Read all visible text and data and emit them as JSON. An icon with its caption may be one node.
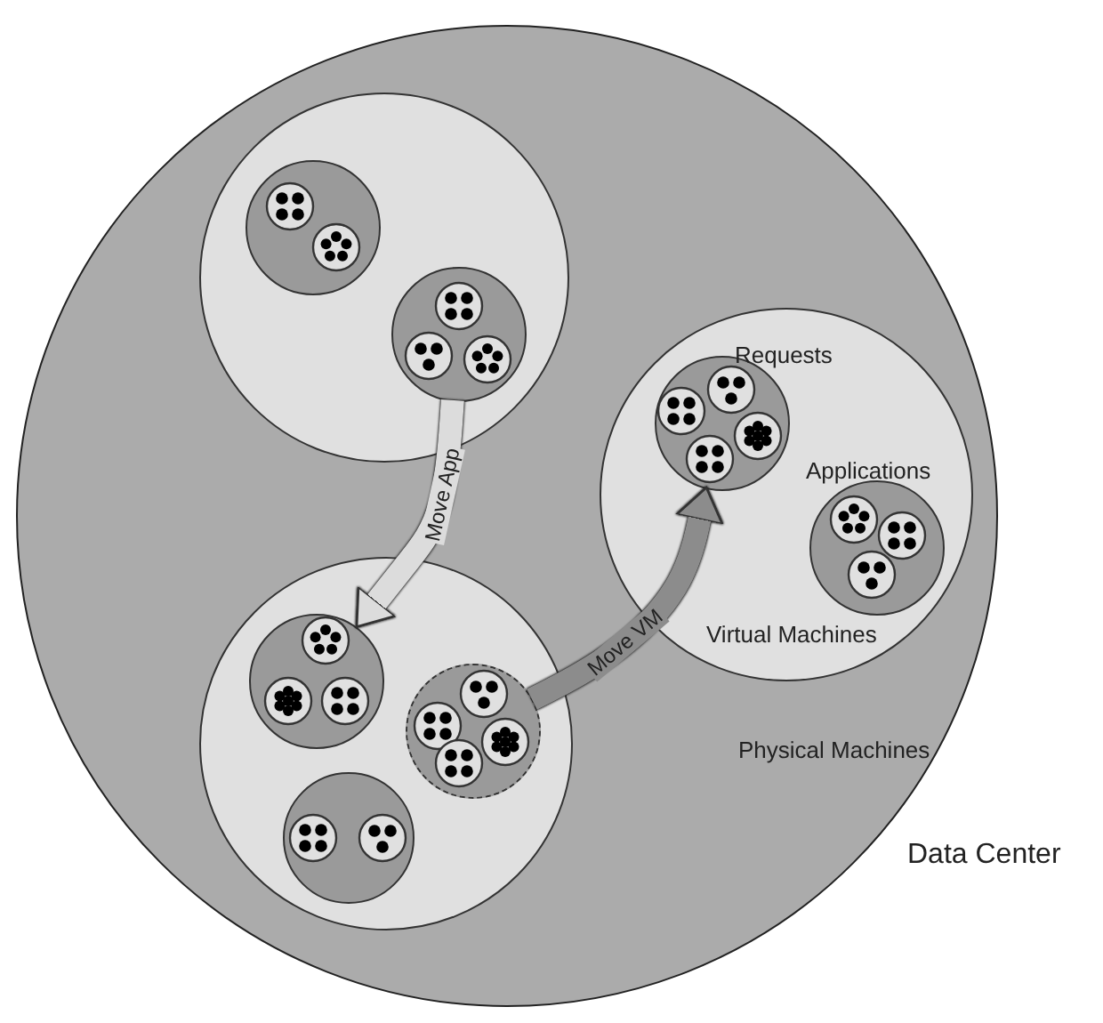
{
  "diagram": {
    "nodes": [
      {
        "text": [
          "Data Center"
        ]
      },
      {
        "text": [],
        "shape": "circle",
        "in": 0
      },
      {
        "text": [],
        "shape": "circle",
        "in": 1
      },
      {
        "text": [],
        "shape": "circle",
        "in": 1
      },
      {
        "text": [],
        "shape": "circle",
        "in": 0
      },
      {
        "text": [],
        "shape": "circle",
        "in": 4
      },
      {
        "text": [],
        "shape": "circle",
        "in": 4
      },
      {
        "text": [],
        "shape": "circle",
        "in": 0
      },
      {
        "text": [],
        "shape": "circle",
        "in": 7
      },
      {
        "text": [],
        "shape": "circle",
        "in": 7
      },
      {
        "text": [],
        "shape": "circle",
        "in": 7
      }
    ],
    "edges": [
      {
        "from": 3,
        "to": 8,
        "arrow": "to",
        "label": "Move App",
        "color": "#dcdcdc"
      },
      {
        "from": 9,
        "to": 5,
        "arrow": "to",
        "label": "Move VM",
        "color": "#8c8c8c"
      }
    ],
    "labels": [
      "Requests",
      "Applications",
      "Virtual Machines",
      "Physical Machines"
    ]
  }
}
